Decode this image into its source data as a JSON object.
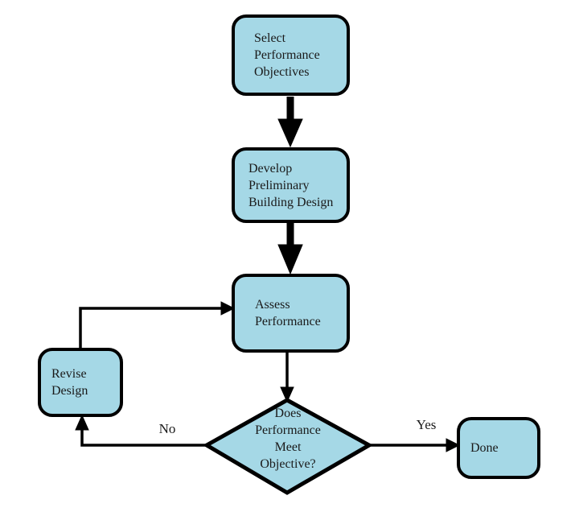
{
  "colors": {
    "background": "#FFFFFF",
    "node_fill": "#A5D8E6",
    "node_stroke": "#000000",
    "text": "#1A1A1A",
    "connector": "#000000"
  },
  "nodes": {
    "select": {
      "label": "Select\nPerformance\nObjectives"
    },
    "develop": {
      "label": "Develop\nPreliminary\nBuilding Design"
    },
    "assess": {
      "label": "Assess\nPerformance"
    },
    "revise": {
      "label": "Revise\nDesign"
    },
    "decision": {
      "label": "Does\nPerformance\nMeet\nObjective?"
    },
    "done": {
      "label": "Done"
    }
  },
  "edge_labels": {
    "yes": "Yes",
    "no": "No"
  }
}
